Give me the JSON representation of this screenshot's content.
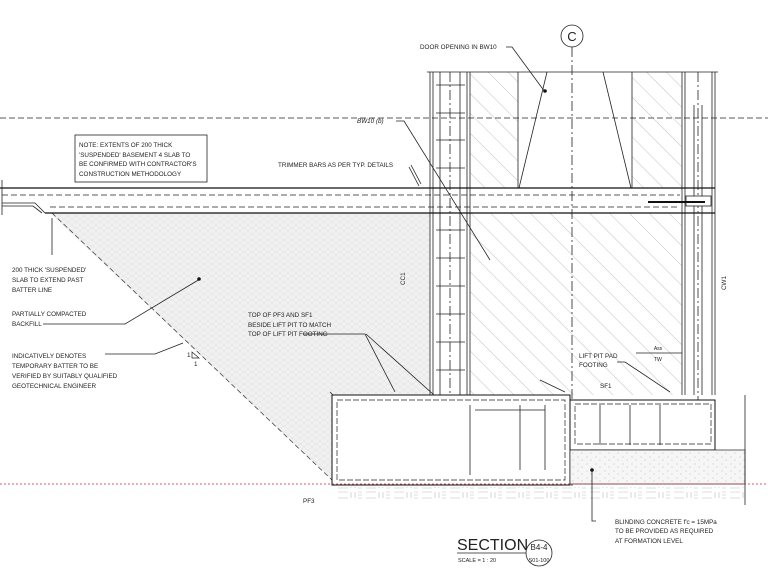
{
  "drawing": {
    "grid_label": "C",
    "notes": {
      "door_opening": "DOOR OPENING IN BW10",
      "bw10": "BW10 (b)",
      "trimmer": "TRIMMER BARS AS PER TYP. DETAILS",
      "note_box": [
        "NOTE: EXTENTS OF 200 THICK",
        "'SUSPENDED' BASEMENT 4 SLAB TO",
        "BE CONFIRMED WITH CONTRACTOR'S",
        "CONSTRUCTION METHODOLOGY"
      ],
      "slab_extend": [
        "200 THICK 'SUSPENDED'",
        "SLAB TO EXTEND PAST",
        "BATTER LINE"
      ],
      "backfill": [
        "PARTIALLY COMPACTED",
        "BACKFILL"
      ],
      "batter": [
        "INDICATIVELY DENOTES",
        "TEMPORARY BATTER TO BE",
        "VERIFIED BY SUITABLY QUALIFIED",
        "GEOTECHNICAL ENGINEER"
      ],
      "top_pf3": [
        "TOP OF PF3 AND SF1",
        "BESIDE LIFT PIT TO MATCH",
        "TOP OF LIFT PIT FOOTING"
      ],
      "lift_pit": [
        "LIFT PIT PAD",
        "FOOTING"
      ],
      "blinding": [
        "BLINDING CONCRETE f'c = 15MPa",
        "TO BE PROVIDED AS REQUIRED",
        "AT FORMATION LEVEL"
      ],
      "cc1": "CC1",
      "cw1": "CW1",
      "sf1": "SF1",
      "pf3": "PF3",
      "slope_v": "1",
      "slope_h": "1",
      "dim_top": "Ass",
      "dim_bot": "TW"
    },
    "title": {
      "label": "SECTION",
      "scale": "SCALE = 1 : 20",
      "ref_top": "B4-4",
      "ref_bottom": "S01-100"
    }
  }
}
